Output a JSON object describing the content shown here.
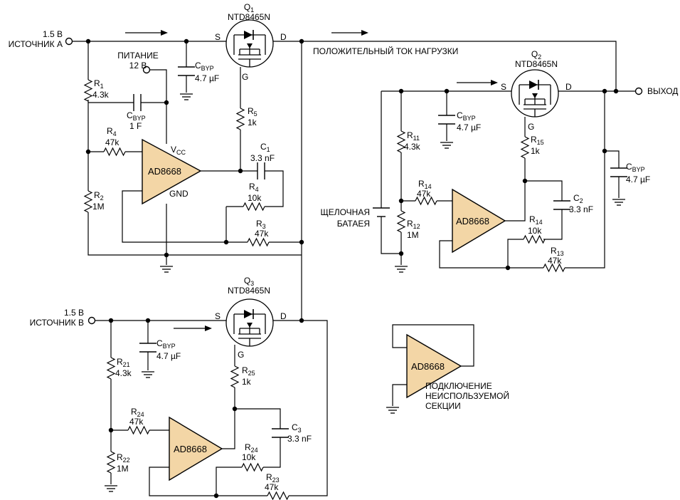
{
  "labels": {
    "src_a_v": "1.5 B",
    "src_a": "ИСТОЧНИК А",
    "src_b_v": "1.5 B",
    "src_b": "ИСТОЧНИК B",
    "supply": "ПИТАНИЕ",
    "supply_v": "12 B",
    "vcc": "V",
    "vcc_sub": "CC",
    "gnd": "GND",
    "load_current": "ПОЛОЖИТЕЛЬНЫЙ ТОК НАГРУЗКИ",
    "output": "ВЫХОД",
    "battery_1": "ЩЕЛОЧНАЯ",
    "battery_2": "БАТАЕЯ",
    "unused_1": "ПОДКЛЮЧЕНИЕ",
    "unused_2": "НЕИСПОЛЬЗУЕМОЙ",
    "unused_3": "СЕКЦИИ"
  },
  "transistors": {
    "q1": {
      "name": "Q",
      "sub": "1",
      "part": "NTD8465N"
    },
    "q2": {
      "name": "Q",
      "sub": "2",
      "part": "NTD8465N"
    },
    "q3": {
      "name": "Q",
      "sub": "3",
      "part": "NTD8465N"
    },
    "pins": {
      "s": "S",
      "d": "D",
      "g": "G"
    }
  },
  "opamps": {
    "part": "AD8668"
  },
  "components": {
    "r1": {
      "name": "R",
      "sub": "1",
      "value": "4.3k"
    },
    "r2": {
      "name": "R",
      "sub": "2",
      "value": "1M"
    },
    "r3": {
      "name": "R",
      "sub": "3",
      "value": "47k"
    },
    "r4a": {
      "name": "R",
      "sub": "4",
      "value": "47k"
    },
    "r4b": {
      "name": "R",
      "sub": "4",
      "value": "10k"
    },
    "r5": {
      "name": "R",
      "sub": "5",
      "value": "1k"
    },
    "c1": {
      "name": "C",
      "sub": "1",
      "value": "3.3 nF"
    },
    "cbyp_1f": {
      "name": "C",
      "sub": "BYP",
      "value": "1 F"
    },
    "cbyp_a": {
      "name": "C",
      "sub": "BYP",
      "value": "4.7 µF"
    },
    "r11": {
      "name": "R",
      "sub": "11",
      "value": "4.3k"
    },
    "r12": {
      "name": "R",
      "sub": "12",
      "value": "1M"
    },
    "r13": {
      "name": "R",
      "sub": "13",
      "value": "47k"
    },
    "r14a": {
      "name": "R",
      "sub": "14",
      "value": "47k"
    },
    "r14b": {
      "name": "R",
      "sub": "14",
      "value": "10k"
    },
    "r15": {
      "name": "R",
      "sub": "15",
      "value": "1k"
    },
    "c2": {
      "name": "C",
      "sub": "2",
      "value": "3.3 nF"
    },
    "cbyp_2": {
      "name": "C",
      "sub": "BYP",
      "value": "4.7 µF"
    },
    "cbyp_out": {
      "name": "C",
      "sub": "BYP",
      "value": "4.7 µF"
    },
    "r21": {
      "name": "R",
      "sub": "21",
      "value": "4.3k"
    },
    "r22": {
      "name": "R",
      "sub": "22",
      "value": "1M"
    },
    "r23": {
      "name": "R",
      "sub": "23",
      "value": "47k"
    },
    "r24a": {
      "name": "R",
      "sub": "24",
      "value": "47k"
    },
    "r24b": {
      "name": "R",
      "sub": "24",
      "value": "10k"
    },
    "r25": {
      "name": "R",
      "sub": "25",
      "value": "1k"
    },
    "c3": {
      "name": "C",
      "sub": "3",
      "value": "3.3 nF"
    },
    "cbyp_b": {
      "name": "C",
      "sub": "BYP",
      "value": "4.7 µF"
    }
  }
}
